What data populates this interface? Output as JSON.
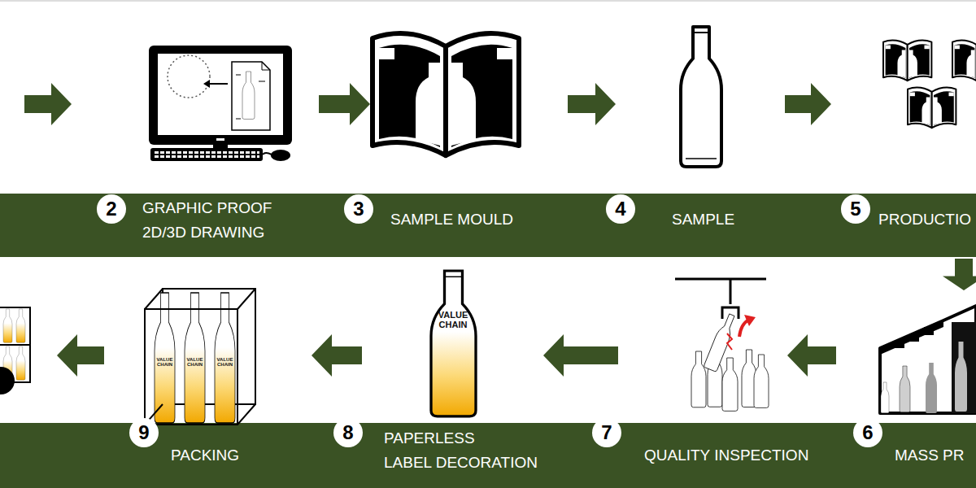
{
  "diagram": {
    "nodes": [
      {
        "text": [
          "2",
          "GRAPHIC PROOF 2D/3D DRAWING"
        ]
      },
      {
        "text": [
          "3",
          "SAMPLE MOULD"
        ]
      },
      {
        "text": [
          "4",
          "SAMPLE"
        ]
      },
      {
        "text": [
          "5",
          "PRODUCTIO"
        ]
      },
      {
        "text": [
          "6",
          "MASS PR"
        ]
      },
      {
        "text": [
          "7",
          "QUALITY INSPECTION"
        ]
      },
      {
        "text": [
          "8",
          "PAPERLESS LABEL DECORATION"
        ]
      },
      {
        "text": [
          "9",
          "PACKING"
        ]
      }
    ],
    "edges": [
      {
        "from": 0,
        "to": 1,
        "arrow": "to"
      },
      {
        "from": 1,
        "to": 2,
        "arrow": "to"
      },
      {
        "from": 2,
        "to": 3,
        "arrow": "to"
      },
      {
        "from": 3,
        "to": 4,
        "arrow": "to"
      },
      {
        "from": 4,
        "to": 5,
        "arrow": "to"
      },
      {
        "from": 5,
        "to": 6,
        "arrow": "to"
      },
      {
        "from": 6,
        "to": 7,
        "arrow": "to"
      }
    ],
    "labels": [
      "VALUE CHAIN",
      "VALUE CHAIN",
      "VALUE CHAIN",
      "VALUE CHAIN"
    ]
  }
}
